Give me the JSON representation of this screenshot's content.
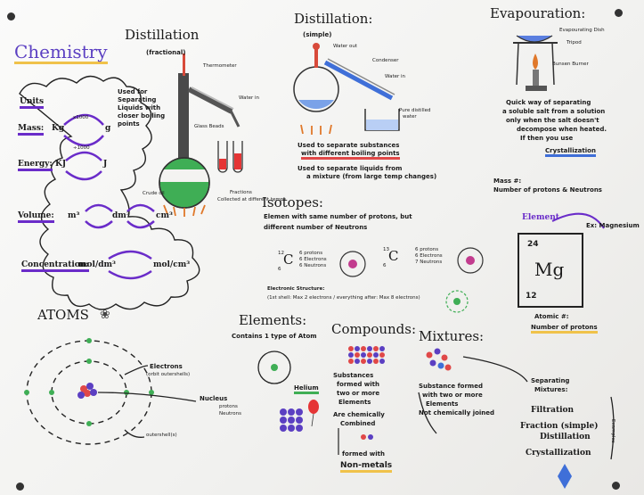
{
  "title": "Chemistry",
  "distillation_fractional": {
    "title": "Distillation",
    "subtitle": "(fractional)",
    "description": [
      "Used for",
      "Separating",
      "Liquids with",
      "closer boiling",
      "points"
    ],
    "labels": {
      "thermometer": "Thermometer",
      "water_in": "Water in",
      "glass_beads": "Glass Beads",
      "crude_oil": "Crude oil",
      "fractions": "Fractions",
      "fractions_note": "Collected at different temps."
    }
  },
  "distillation_simple": {
    "title": "Distillation:",
    "subtitle": "(simple)",
    "labels": {
      "water_out": "Water out",
      "condenser": "Condenser",
      "water_in": "Water in",
      "pure_distilled": "Pure distilled",
      "water": "water"
    },
    "notes": [
      [
        "Used to separate substances",
        "with different boiling points"
      ],
      [
        "Used to separate liquids from",
        "a mixture (from large temp changes)"
      ]
    ]
  },
  "evaporation": {
    "title": "Evapouration:",
    "labels": {
      "dish": "Evapourating Dish",
      "tripod": "Tripod",
      "burner": "Bunsen Burner"
    },
    "description": [
      "Quick way of separating",
      "a soluble salt from a solution",
      "only when the salt doesn't",
      "decompose when heated.",
      "If then you use"
    ],
    "crystallization": "Crystallization"
  },
  "units": {
    "title": "Units",
    "rows": [
      {
        "name": "Mass:",
        "left": "Kg",
        "right": "g"
      },
      {
        "name": "Energy:",
        "left": "KJ",
        "right": "J"
      },
      {
        "name": "Volume:",
        "left": "m³",
        "mid": "dm³",
        "right": "cm³"
      },
      {
        "name": "Concentration:",
        "left": "mol/dm³",
        "right": "mol/cm³"
      }
    ],
    "ops": {
      "times": "x1000",
      "div": "÷1000"
    }
  },
  "isotopes": {
    "title": "Isotopes:",
    "definition": [
      "Elemen with same number of protons, but",
      "different number of Neutrons"
    ],
    "c12": {
      "mass": "12",
      "atomic": "6",
      "symbol": "C",
      "lines": [
        "6 protons",
        "6 Electrons",
        "6 Neutrons"
      ]
    },
    "c13": {
      "mass": "13",
      "atomic": "6",
      "symbol": "C",
      "lines": [
        "6 protons",
        "6 Electrons",
        "7 Neutrons"
      ]
    },
    "structure_label": "Electronic Structure:",
    "structure_note": "(1st shell: Max 2 electrons / everything after: Max 8 electrons)"
  },
  "mass_number": {
    "label": "Mass #:",
    "text": "Number of protons & Neutrons"
  },
  "element_box": {
    "label": "Element",
    "example": "Ex: Magnesium",
    "mass": "24",
    "symbol": "Mg",
    "atomic": "12",
    "atomic_label": "Atomic #:",
    "atomic_text": "Number of protons"
  },
  "atoms": {
    "title": "ATOMS",
    "labels": {
      "electrons": "Electrons",
      "electrons_note": "(orbit outershells)",
      "nucleus": "Nucleus",
      "protons": "protons",
      "neutrons": "Neutrons",
      "shells": "outershell(s)"
    }
  },
  "elements": {
    "title": "Elements:",
    "text": [
      "Contains 1 type of Atom"
    ],
    "helium": "Helium"
  },
  "compounds": {
    "title": "Compounds:",
    "text": [
      "Substances",
      "formed with",
      "two or more",
      "Elements",
      "Are chemically",
      "Combined"
    ],
    "formed": "formed with",
    "nonmetals": "Non-metals"
  },
  "mixtures": {
    "title": "Mixtures:",
    "text": [
      "Substance formed",
      "with two or more",
      "Elements",
      "Not chemically joined"
    ]
  },
  "separating": {
    "title": [
      "Separating",
      "Mixtures:"
    ],
    "items": [
      "Filtration",
      "Fraction (simple)",
      "Distillation",
      "Crystallization"
    ],
    "examples": "Examples"
  }
}
